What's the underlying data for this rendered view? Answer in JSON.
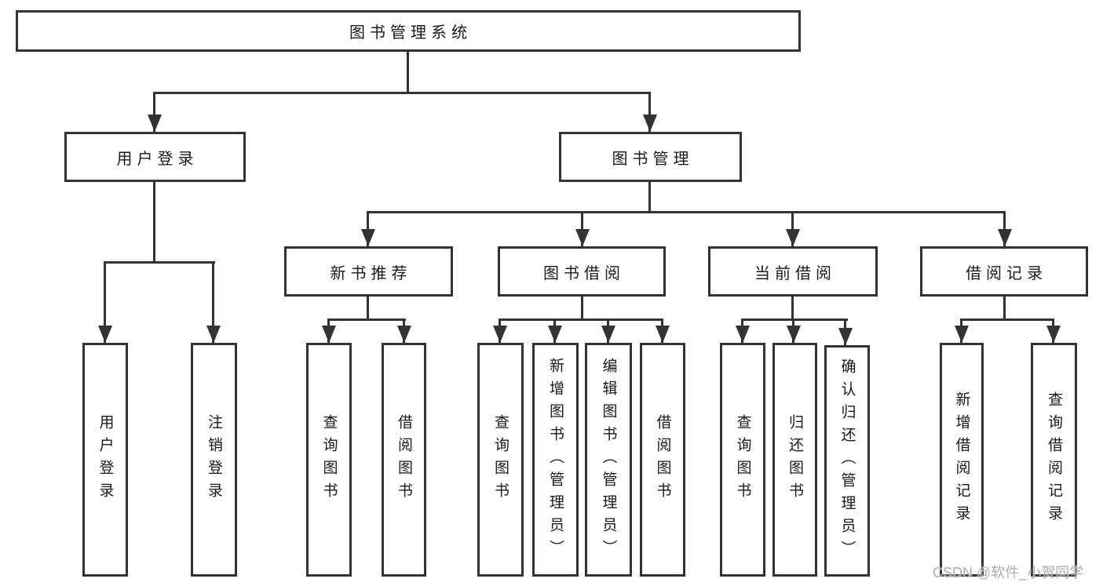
{
  "diagram_title": "图书管理系统",
  "tree": {
    "label": "图书管理系统",
    "children": [
      {
        "label": "用户登录",
        "children": [
          {
            "label": "用户登录"
          },
          {
            "label": "注销登录"
          }
        ]
      },
      {
        "label": "图书管理",
        "children": [
          {
            "label": "新书推荐",
            "children": [
              {
                "label": "查询图书"
              },
              {
                "label": "借阅图书"
              }
            ]
          },
          {
            "label": "图书借阅",
            "children": [
              {
                "label": "查询图书"
              },
              {
                "label": "新增图书（管理员）"
              },
              {
                "label": "编辑图书（管理员）"
              },
              {
                "label": "借阅图书"
              }
            ]
          },
          {
            "label": "当前借阅",
            "children": [
              {
                "label": "查询图书"
              },
              {
                "label": "归还图书"
              },
              {
                "label": "确认归还（管理员）"
              }
            ]
          },
          {
            "label": "借阅记录",
            "children": [
              {
                "label": "新增借阅记录"
              },
              {
                "label": "查询借阅记录"
              }
            ]
          }
        ]
      }
    ]
  },
  "watermark": {
    "text": "CSDN @软件_小贺同学"
  },
  "colors": {
    "line": "#333333",
    "box_border": "#333333",
    "box_background": "#ffffff",
    "text": "#1a1a1a",
    "watermark": "#adadad",
    "background": "#ffffff"
  }
}
